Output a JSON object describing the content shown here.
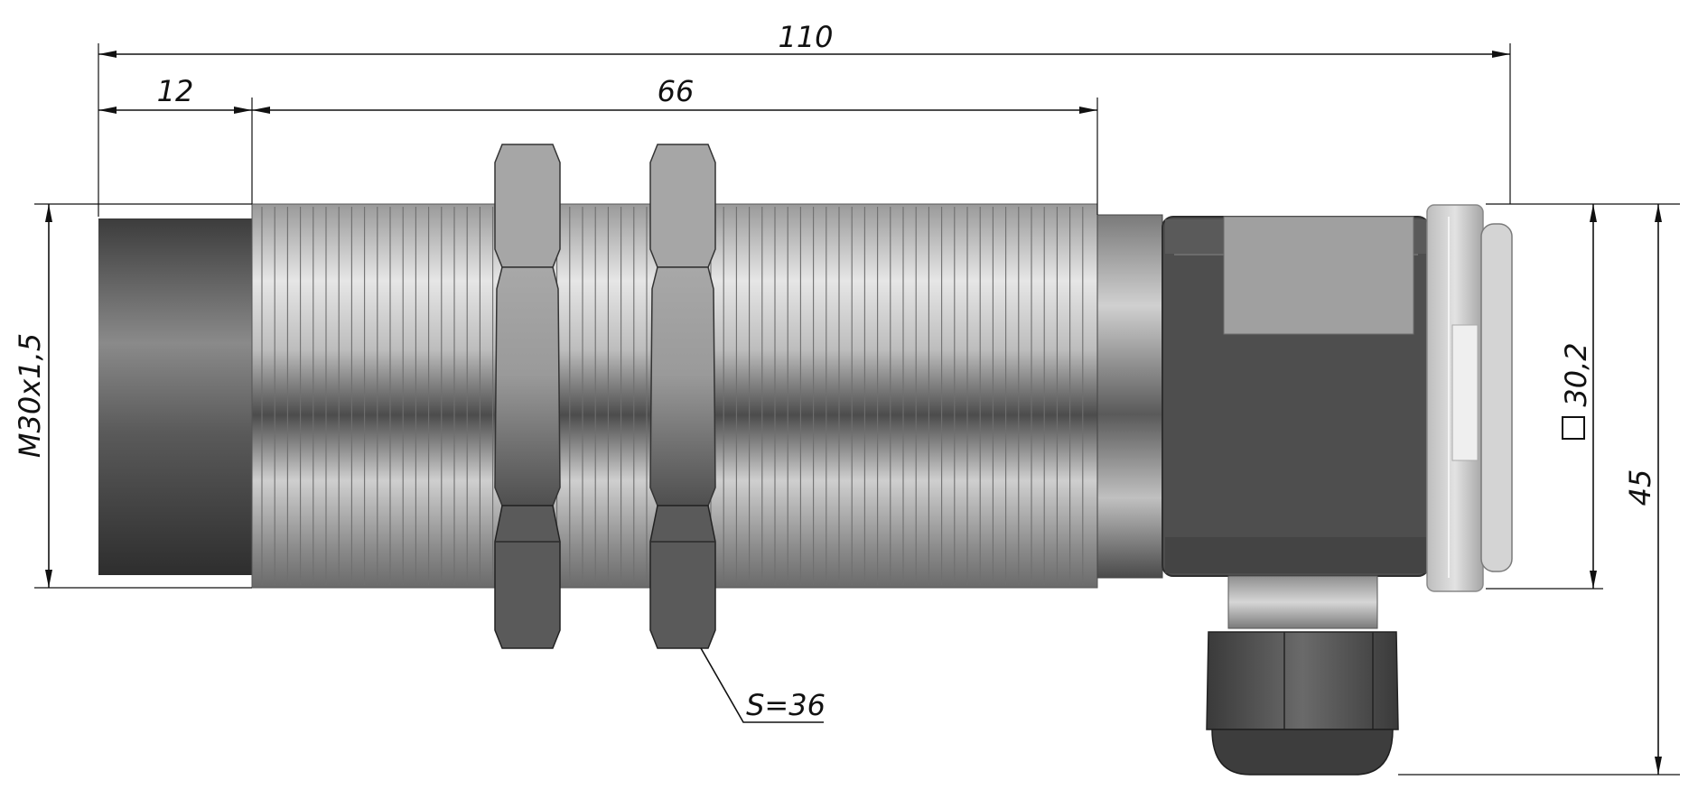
{
  "drawing": {
    "dimensions": {
      "overall_length": "110",
      "front_length": "12",
      "thread_length": "66",
      "thread_spec": "M30x1,5",
      "nut_size": "S=36",
      "housing_square": "30,2",
      "overall_height": "45"
    },
    "colors": {
      "ink": "#111111",
      "metal_light": "#d8d8d8",
      "metal_dark": "#4a4a4a",
      "housing": "#505050",
      "label_plate": "#9e9e9e"
    }
  }
}
